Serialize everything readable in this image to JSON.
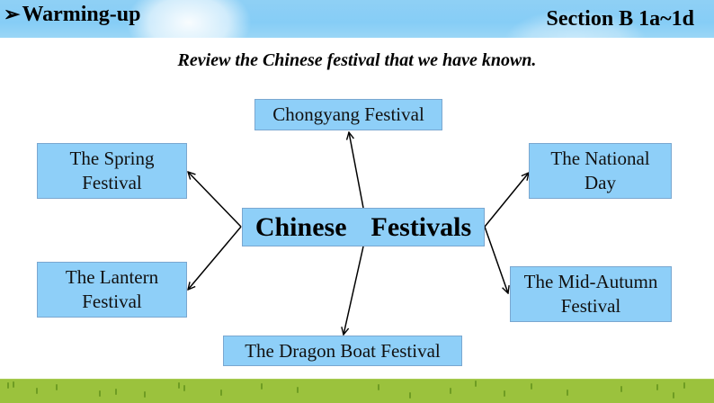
{
  "header": {
    "arrow_glyph": "➢",
    "title": "Warming-up",
    "section": "Section B 1a~1d"
  },
  "subtitle": "Review the Chinese festival that we have known.",
  "diagram": {
    "center": "Chinese  Festivals",
    "nodes": {
      "chongyang": "Chongyang Festival",
      "spring_line1": "The Spring",
      "spring_line2": "Festival",
      "national_line1": "The National",
      "national_line2": "Day",
      "lantern_line1": "The Lantern",
      "lantern_line2": "Festival",
      "midautumn_line1": "The Mid-Autumn",
      "midautumn_line2": "Festival",
      "dragon": "The Dragon Boat Festival"
    }
  },
  "colors": {
    "node_fill": "#8ecff8",
    "node_border": "#7aa7d0",
    "header_sky": "#86cdf6",
    "grass": "#9bc23d"
  }
}
